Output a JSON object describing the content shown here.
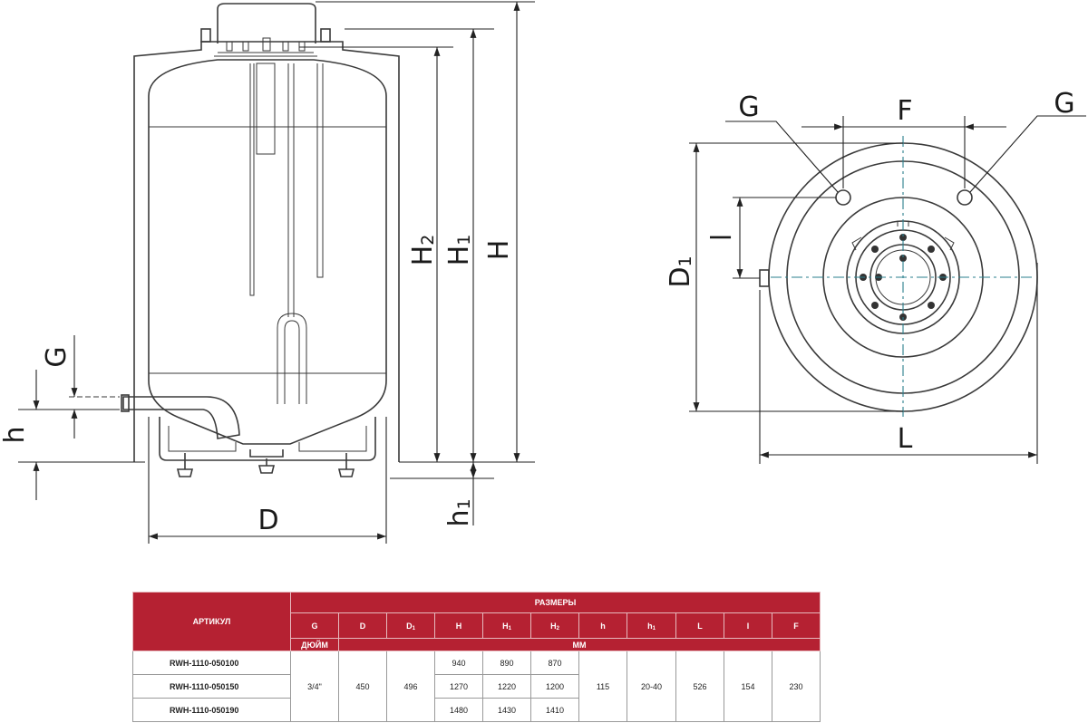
{
  "drawing": {
    "side_view_labels": {
      "G": "G",
      "h": "h",
      "D": "D",
      "H2": "H",
      "H2_sub": "2",
      "H1": "H",
      "H1_sub": "1",
      "H": "H",
      "h1": "h",
      "h1_sub": "1"
    },
    "top_view_labels": {
      "G_left": "G",
      "G_right": "G",
      "F": "F",
      "l": "l",
      "D1": "D",
      "D1_sub": "1",
      "L": "L"
    }
  },
  "table": {
    "article_header": "АРТИКУЛ",
    "sizes_header": "РАЗМЕРЫ",
    "columns": [
      {
        "name": "G",
        "sub": ""
      },
      {
        "name": "D",
        "sub": ""
      },
      {
        "name": "D",
        "sub": "1"
      },
      {
        "name": "H",
        "sub": ""
      },
      {
        "name": "H",
        "sub": "1"
      },
      {
        "name": "H",
        "sub": "2"
      },
      {
        "name": "h",
        "sub": ""
      },
      {
        "name": "h",
        "sub": "1"
      },
      {
        "name": "L",
        "sub": ""
      },
      {
        "name": "l",
        "sub": ""
      },
      {
        "name": "F",
        "sub": ""
      }
    ],
    "unit_inch": "ДЮЙМ",
    "unit_mm": "ММ",
    "rows": [
      {
        "article": "RWH-1110-050100",
        "H": "940",
        "H1": "890",
        "H2": "870"
      },
      {
        "article": "RWH-1110-050150",
        "H": "1270",
        "H1": "1220",
        "H2": "1200"
      },
      {
        "article": "RWH-1110-050190",
        "H": "1480",
        "H1": "1430",
        "H2": "1410"
      }
    ],
    "shared": {
      "G": "3/4\"",
      "D": "450",
      "D1": "496",
      "h": "115",
      "h1": "20-40",
      "L": "526",
      "l": "154",
      "F": "230"
    }
  }
}
